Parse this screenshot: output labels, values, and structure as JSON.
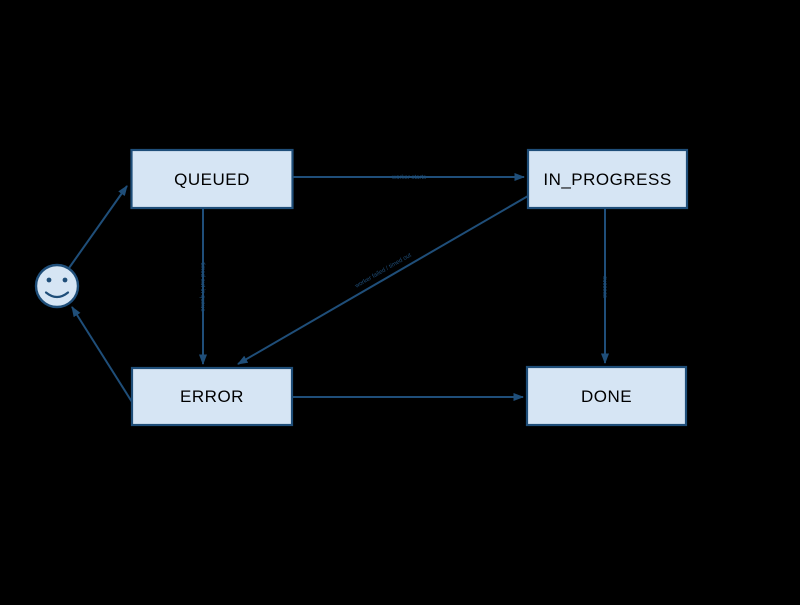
{
  "colors": {
    "background": "#000000",
    "node_fill": "#d6e5f4",
    "node_border": "#1f4e79",
    "edge": "#1f4e79",
    "node_text": "#000000"
  },
  "nodes": {
    "start": {
      "icon": "smiley-face-icon",
      "label": ""
    },
    "queued": {
      "label": "QUEUED"
    },
    "in_progress": {
      "label": "IN_PROGRESS"
    },
    "error": {
      "label": "ERROR"
    },
    "done": {
      "label": "DONE"
    }
  },
  "edges": [
    {
      "from": "start",
      "to": "queued",
      "label": ""
    },
    {
      "from": "queued",
      "to": "in_progress",
      "label": "worker starts"
    },
    {
      "from": "queued",
      "to": "error",
      "label": "timed out in queue"
    },
    {
      "from": "in_progress",
      "to": "error",
      "label": "worker failed / timed out"
    },
    {
      "from": "in_progress",
      "to": "done",
      "label": "success"
    },
    {
      "from": "error",
      "to": "done",
      "label": ""
    },
    {
      "from": "error",
      "to": "start",
      "label": ""
    }
  ]
}
